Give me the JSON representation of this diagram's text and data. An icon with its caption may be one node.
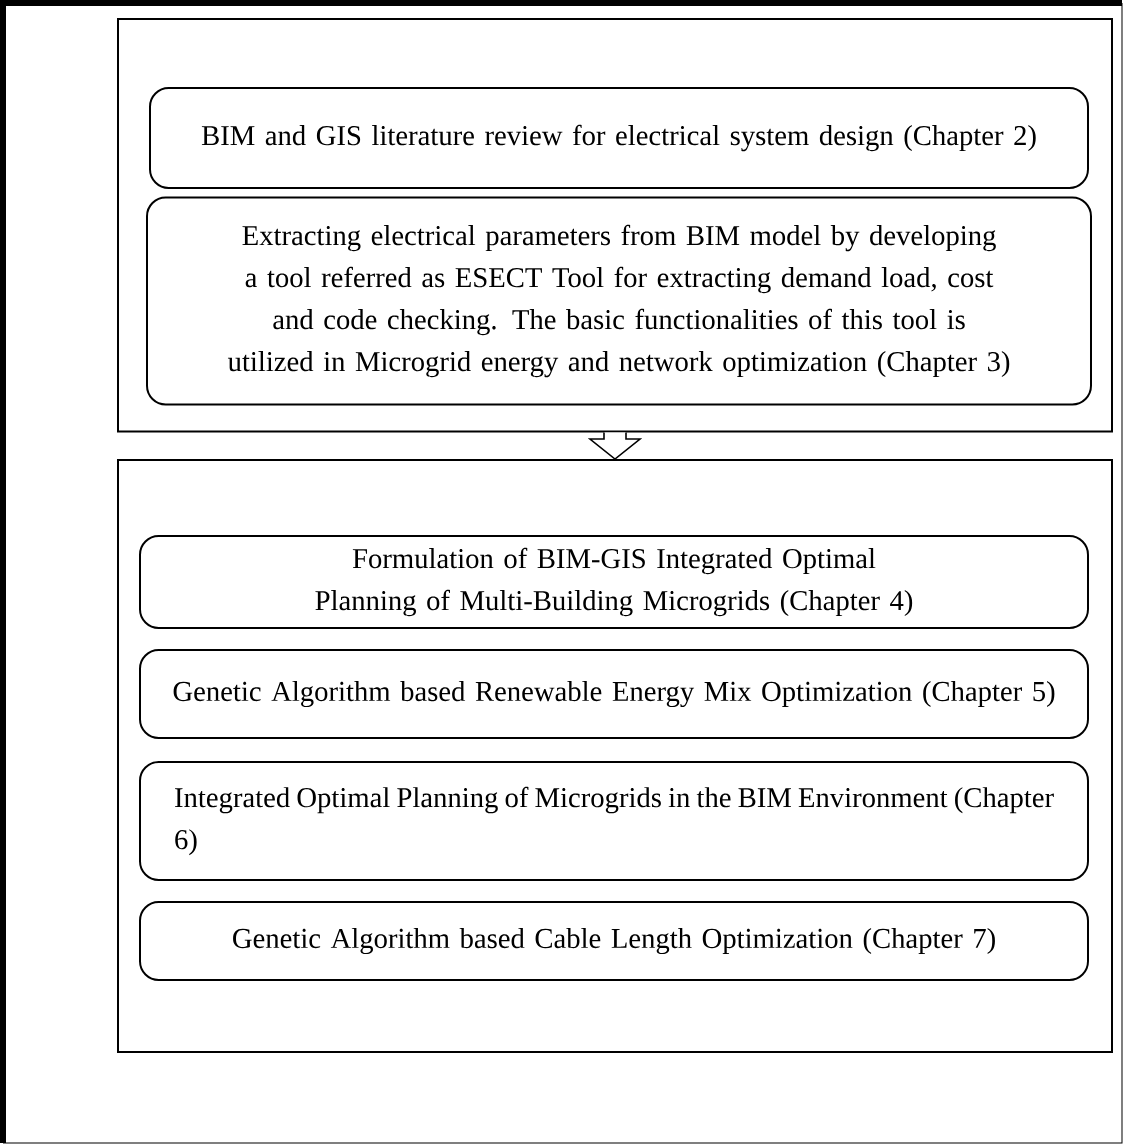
{
  "diagram": {
    "nodes": [
      {
        "text": [],
        "shape": "box"
      },
      {
        "text": [
          "BIM and GIS literature review for electrical system design (Chapter 2)"
        ],
        "in": 0
      },
      {
        "text": [
          "Extracting electrical parameters from BIM model by developing a tool referred as ESECT Tool for extracting demand load, cost and code checking. The basic functionalities of this tool is utilized in Microgrid energy and network optimization (Chapter 3)"
        ],
        "in": 0
      },
      {
        "text": [],
        "shape": "box"
      },
      {
        "text": [
          "Formulation of BIM-GIS Integrated Optimal Planning of Multi-Building Microgrids (Chapter 4)"
        ],
        "in": 3
      },
      {
        "text": [
          "Genetic Algorithm based Renewable Energy Mix Optimization (Chapter 5)"
        ],
        "in": 3
      },
      {
        "text": [
          "Integrated Optimal Planning of Microgrids in the BIM Environment (Chapter 6)"
        ],
        "in": 3
      },
      {
        "text": [
          "Genetic Algorithm based Cable Length Optimization (Chapter 7)"
        ],
        "in": 3
      }
    ],
    "edges": [
      {
        "from": 0,
        "to": 3,
        "arrow": "to"
      }
    ]
  }
}
